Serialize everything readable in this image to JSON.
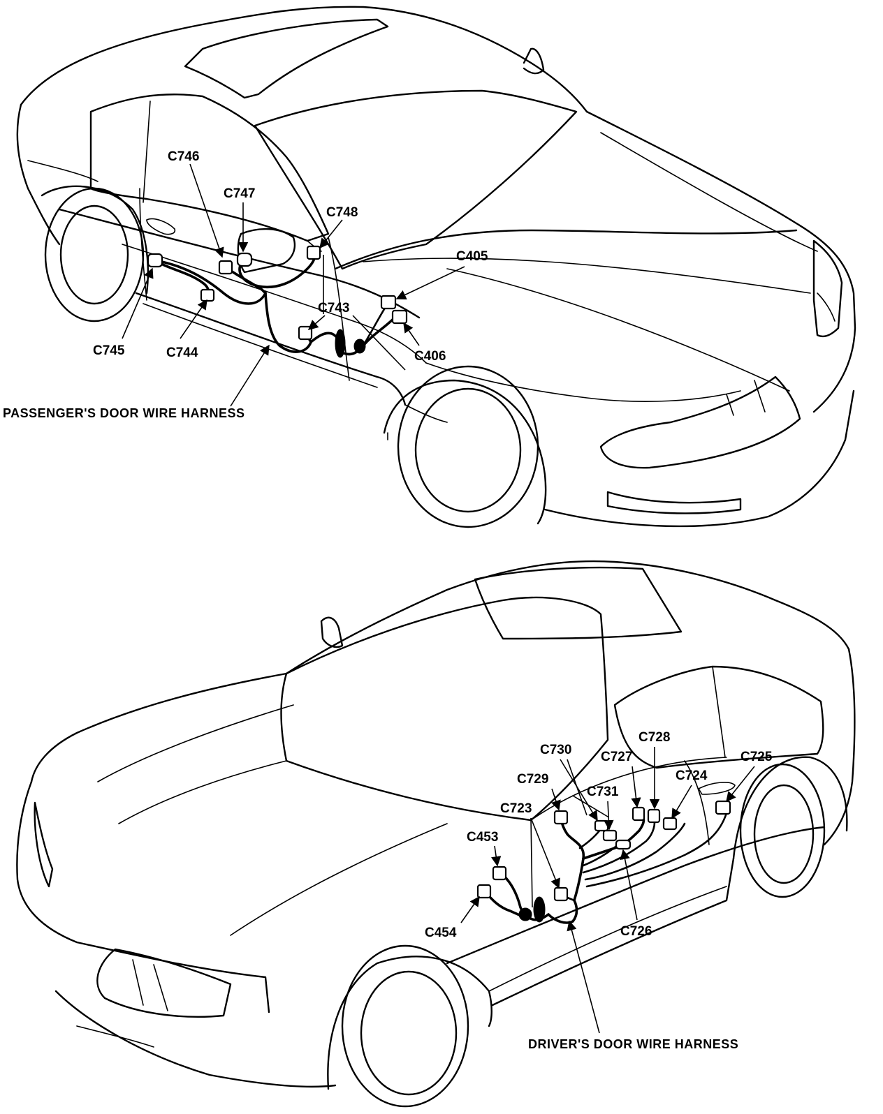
{
  "upper": {
    "harness_label": "PASSENGER'S DOOR WIRE HARNESS",
    "connectors": {
      "c746": "C746",
      "c747": "C747",
      "c748": "C748",
      "c405": "C405",
      "c743": "C743",
      "c745": "C745",
      "c744": "C744",
      "c406": "C406"
    }
  },
  "lower": {
    "harness_label": "DRIVER'S DOOR WIRE HARNESS",
    "connectors": {
      "c730": "C730",
      "c728": "C728",
      "c727": "C727",
      "c725": "C725",
      "c729": "C729",
      "c731": "C731",
      "c724": "C724",
      "c723": "C723",
      "c453": "C453",
      "c454": "C454",
      "c726": "C726"
    }
  }
}
